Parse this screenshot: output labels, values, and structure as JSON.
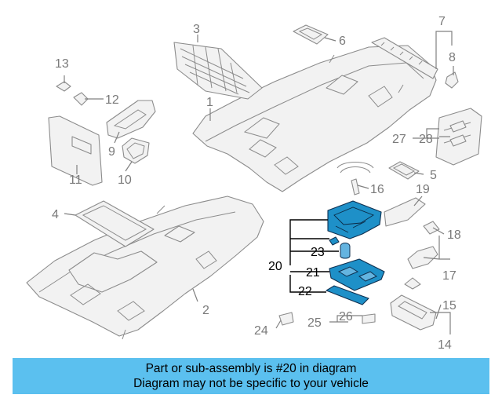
{
  "diagram": {
    "highlighted_part": "20",
    "callouts": {
      "c1": "1",
      "c2": "2",
      "c3": "3",
      "c4": "4",
      "c5": "5",
      "c6": "6",
      "c7": "7",
      "c8": "8",
      "c9": "9",
      "c10": "10",
      "c11": "11",
      "c12": "12",
      "c13": "13",
      "c14": "14",
      "c15": "15",
      "c16": "16",
      "c17": "17",
      "c18": "18",
      "c19": "19",
      "c20": "20",
      "c21": "21",
      "c22": "22",
      "c23": "23",
      "c24": "24",
      "c25": "25",
      "c26": "26",
      "c27": "27",
      "c28": "28"
    },
    "colors": {
      "highlight": "#1e90c8",
      "banner": "#5bc0ef",
      "ghost": "#f2f2f2"
    }
  },
  "banner": {
    "line1": "Part or sub-assembly is #20 in diagram",
    "line2": "Diagram may not be specific to your vehicle"
  }
}
